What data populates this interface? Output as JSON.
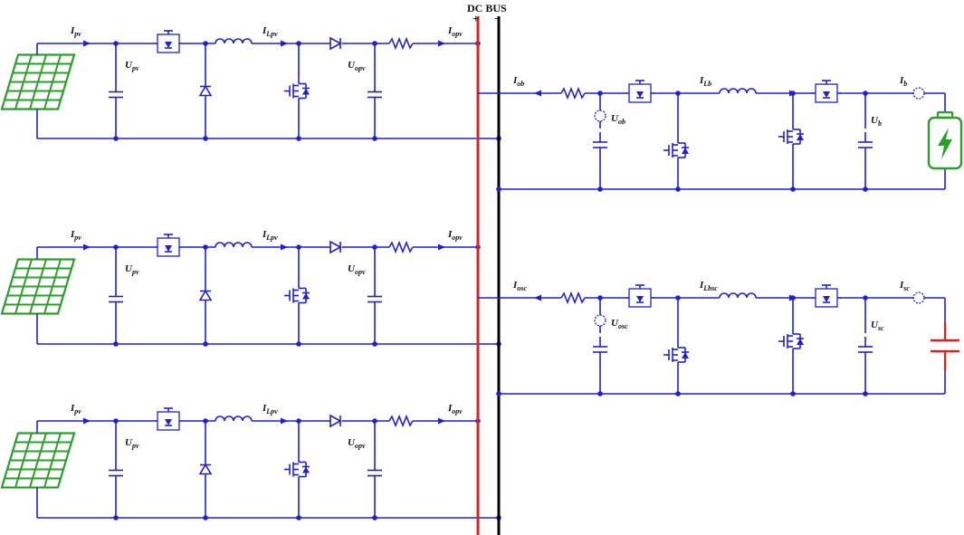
{
  "dc_bus": {
    "label": "DC BUS",
    "plus": "+",
    "minus": "−"
  },
  "pv_label": {
    "current_in": "I",
    "current_in_sub": "pv",
    "voltage_in": "U",
    "voltage_in_sub": "pv",
    "inductor_current": "I",
    "inductor_current_sub": "Lpv",
    "voltage_out": "U",
    "voltage_out_sub": "opv",
    "current_out": "I",
    "current_out_sub": "opv"
  },
  "battery": {
    "current_bus": "I",
    "current_bus_sub": "ob",
    "voltage_bus": "U",
    "voltage_bus_sub": "ob",
    "inductor_current": "I",
    "inductor_current_sub": "Lb",
    "current_storage": "I",
    "current_storage_sub": "b",
    "voltage_storage": "U",
    "voltage_storage_sub": "b"
  },
  "supercap": {
    "current_bus": "I",
    "current_bus_sub": "osc",
    "voltage_bus": "U",
    "voltage_bus_sub": "osc",
    "inductor_current": "I",
    "inductor_current_sub": "Lbsc",
    "current_storage": "I",
    "current_storage_sub": "sc",
    "voltage_storage": "U",
    "voltage_storage_sub": "sc"
  },
  "colors": {
    "wire": "#1f1fd6",
    "bus_positive": "#e0201c",
    "bus_negative": "#000000",
    "pv_panel": "#2aa02a",
    "battery": "#2aa02a",
    "supercap": "#e0201c"
  },
  "icons": {
    "pv_panel": "solar-panel-icon",
    "battery": "battery-icon",
    "supercap": "capacitor-icon"
  }
}
